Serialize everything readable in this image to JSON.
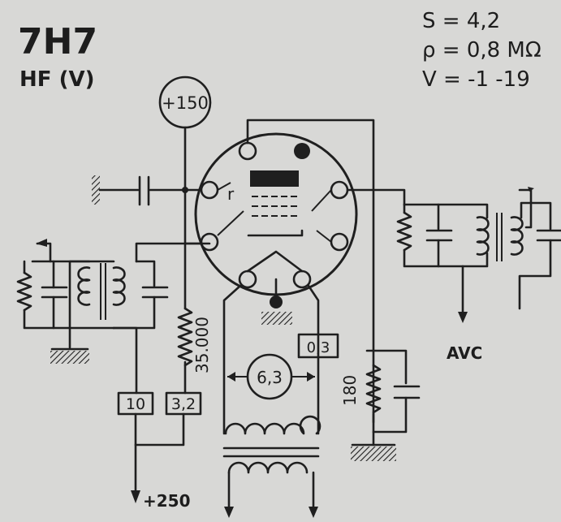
{
  "header": {
    "tube_type": "7H7",
    "function": "HF (V)"
  },
  "specs": {
    "s_line": "S = 4,2",
    "rho_line": "ρ = 0,8 MΩ",
    "v_line": "V = -1 -19"
  },
  "supply": {
    "screen_voltage": "+150",
    "plate_voltage": "+250",
    "filament_voltage": "6,3",
    "filament_current": "0,3"
  },
  "components": {
    "screen_resistor": "35.000",
    "cathode_resistor": "180",
    "box_left": "10",
    "box_right": "3,2"
  },
  "labels": {
    "avc": "AVC"
  },
  "colors": {
    "background": "#d8d8d6",
    "ink": "#1f1f1f"
  }
}
